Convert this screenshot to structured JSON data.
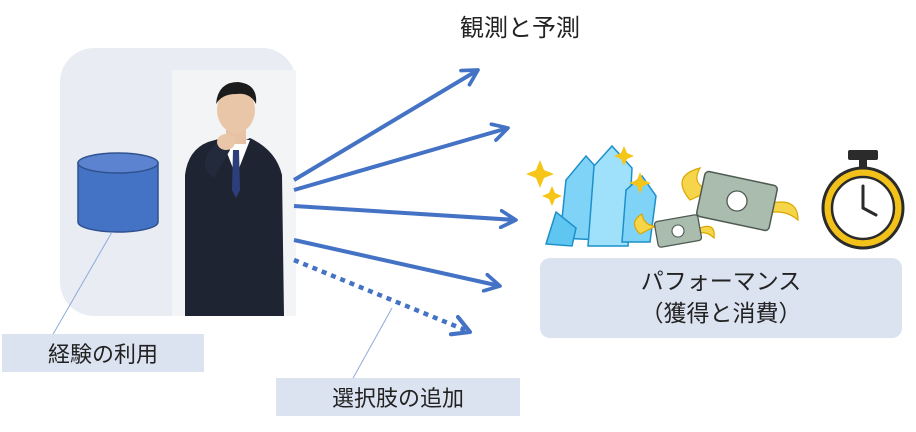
{
  "diagram": {
    "top_label": "観測と予測",
    "experience_label": "経験の利用",
    "add_option_label": "選択肢の追加",
    "performance": {
      "line1": "パフォーマンス",
      "line2": "（獲得と消費）"
    },
    "colors": {
      "arrow": "#4472c4",
      "panel": "#e9edf3",
      "label_fill": "#dbe2f0",
      "database": "#4472c4",
      "crystal": "#7fd3f7",
      "sparkle": "#f5c518",
      "wing": "#f7d54a",
      "money": "#9fb3a6",
      "stopwatch": "#f3c21a"
    },
    "icons": [
      "database-icon",
      "businessman-image",
      "crystal-icon",
      "flying-money-icon",
      "stopwatch-icon"
    ]
  }
}
